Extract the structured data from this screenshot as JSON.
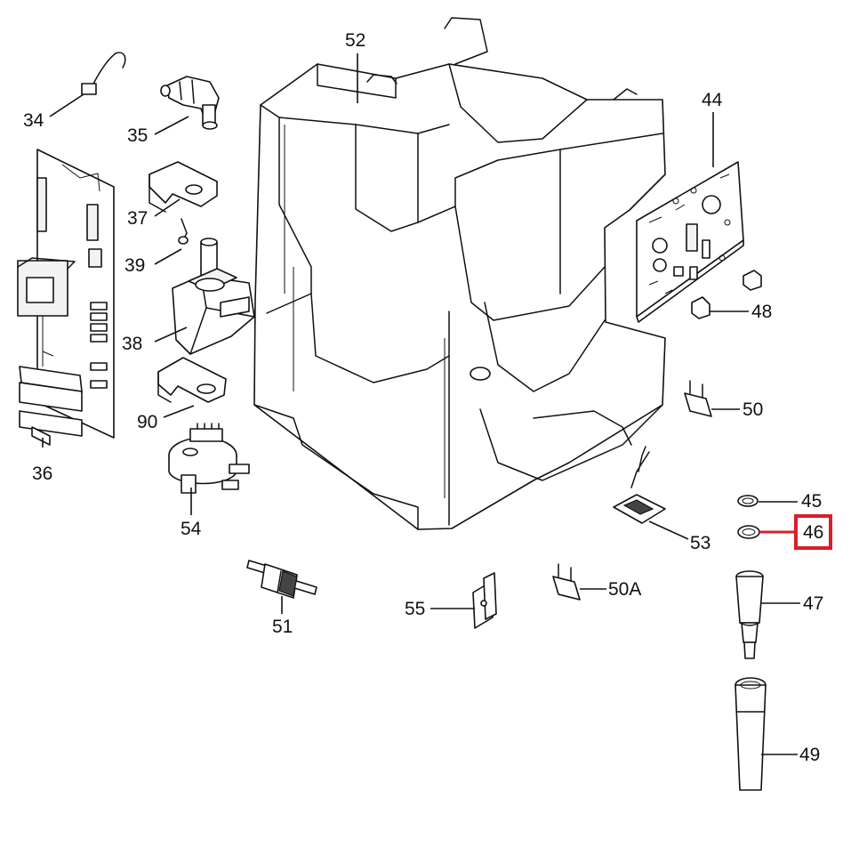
{
  "labels": {
    "p34": "34",
    "p35": "35",
    "p36": "36",
    "p37": "37",
    "p38": "38",
    "p39": "39",
    "p44": "44",
    "p45": "45",
    "p46": "46",
    "p47": "47",
    "p48": "48",
    "p49": "49",
    "p50": "50",
    "p50a": "50A",
    "p51": "51",
    "p52": "52",
    "p53": "53",
    "p54": "54",
    "p55": "55",
    "p90": "90"
  },
  "highlight": {
    "part": "46",
    "color": "#d81f2a"
  }
}
